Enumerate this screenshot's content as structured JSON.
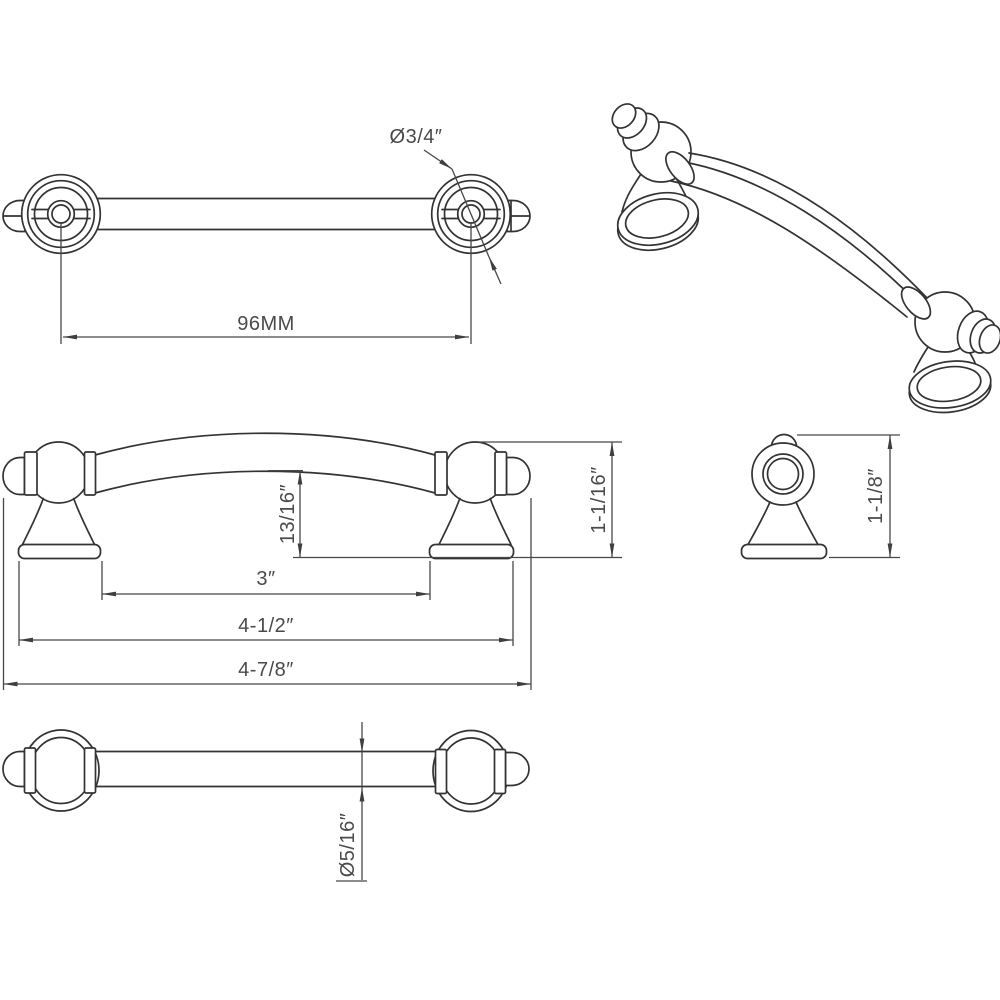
{
  "drawing": {
    "colors": {
      "background": "#ffffff",
      "line": "#333333",
      "dimension_text": "#4a4a4a"
    },
    "views": {
      "top": {
        "dims": {
          "cap_diameter": "Ø3/4″",
          "center_to_center": "96MM"
        }
      },
      "front": {
        "dims": {
          "underbar_height": "13/16″",
          "end_height": "1-1/16″",
          "hole_spacing": "3″",
          "base_span": "4-1/2″",
          "overall_length": "4-7/8″"
        }
      },
      "side": {
        "dims": {
          "overall_height": "1-1/8″"
        }
      },
      "bottom": {
        "dims": {
          "bar_diameter": "Ø5/16″"
        }
      }
    }
  }
}
